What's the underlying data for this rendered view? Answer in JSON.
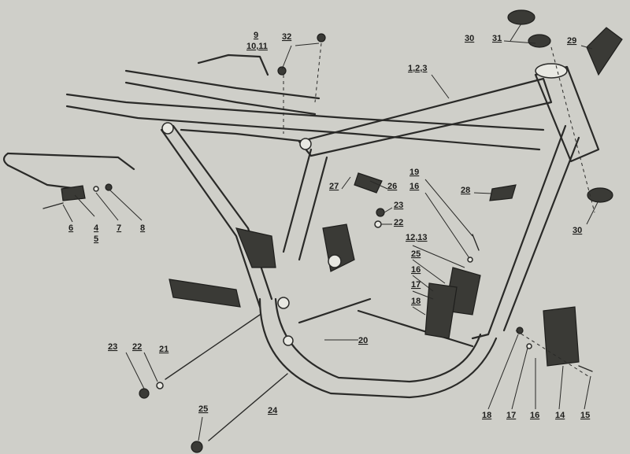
{
  "callouts": [
    {
      "id": "c-1-2-3",
      "text": "1,2,3"
    },
    {
      "id": "c-9",
      "text": "9"
    },
    {
      "id": "c-10-11",
      "text": "10,11"
    },
    {
      "id": "c-32",
      "text": "32"
    },
    {
      "id": "c-30-top",
      "text": "30"
    },
    {
      "id": "c-31",
      "text": "31"
    },
    {
      "id": "c-29",
      "text": "29"
    },
    {
      "id": "c-19",
      "text": "19"
    },
    {
      "id": "c-16-a",
      "text": "16"
    },
    {
      "id": "c-27",
      "text": "27"
    },
    {
      "id": "c-26",
      "text": "26"
    },
    {
      "id": "c-28",
      "text": "28"
    },
    {
      "id": "c-23-a",
      "text": "23"
    },
    {
      "id": "c-22-a",
      "text": "22"
    },
    {
      "id": "c-12-13",
      "text": "12,13"
    },
    {
      "id": "c-25-a",
      "text": "25"
    },
    {
      "id": "c-16-b",
      "text": "16"
    },
    {
      "id": "c-17-a",
      "text": "17"
    },
    {
      "id": "c-18-a",
      "text": "18"
    },
    {
      "id": "c-20",
      "text": "20"
    },
    {
      "id": "c-30-bottom",
      "text": "30"
    },
    {
      "id": "c-6",
      "text": "6"
    },
    {
      "id": "c-4",
      "text": "4"
    },
    {
      "id": "c-5",
      "text": "5"
    },
    {
      "id": "c-7",
      "text": "7"
    },
    {
      "id": "c-8",
      "text": "8"
    },
    {
      "id": "c-23-b",
      "text": "23"
    },
    {
      "id": "c-22-b",
      "text": "22"
    },
    {
      "id": "c-21",
      "text": "21"
    },
    {
      "id": "c-25-b",
      "text": "25"
    },
    {
      "id": "c-24",
      "text": "24"
    },
    {
      "id": "c-18-b",
      "text": "18"
    },
    {
      "id": "c-17-b",
      "text": "17"
    },
    {
      "id": "c-16-c",
      "text": "16"
    },
    {
      "id": "c-14",
      "text": "14"
    },
    {
      "id": "c-15",
      "text": "15"
    }
  ]
}
